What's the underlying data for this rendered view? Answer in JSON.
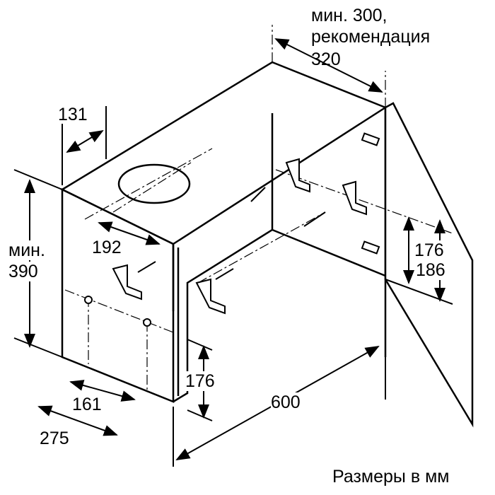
{
  "labels": {
    "min_top_line1": "мин. 300,",
    "min_top_line2": "рекомендация",
    "min_top_line3": "320",
    "d131": "131",
    "min390_line1": "мин.",
    "min390_line2": "390",
    "d192": "192",
    "d176_right": "176",
    "d186": "186",
    "d176_bottom": "176",
    "d161": "161",
    "d275": "275",
    "d600": "600",
    "caption": "Размеры в мм"
  },
  "colors": {
    "line": "#000000",
    "background": "#ffffff"
  }
}
